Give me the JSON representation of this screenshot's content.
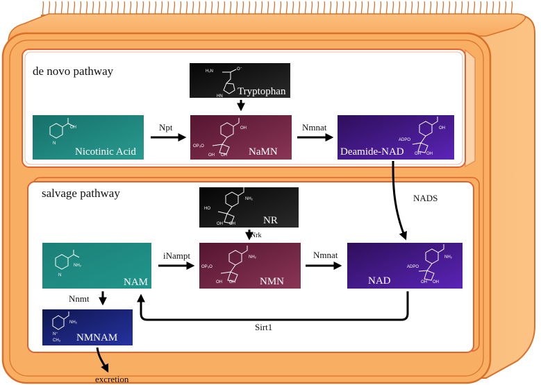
{
  "pathways": {
    "de_novo": {
      "title": "de novo pathway"
    },
    "salvage": {
      "title": "salvage pathway"
    }
  },
  "metabolites": {
    "tryptophan": "Tryptophan",
    "nicotinic_acid": "Nicotinic Acid",
    "namn": "NaMN",
    "deamide_nad": "Deamide-NAD",
    "nr": "NR",
    "nam": "NAM",
    "nmn": "NMN",
    "nad": "NAD",
    "nmnam": "NMNAM"
  },
  "enzymes": {
    "npt": "Npt",
    "nmnat_top": "Nmnat",
    "nads": "NADS",
    "nrk": "Nrk",
    "inampt": "iNampt",
    "nmnat_bottom": "Nmnat",
    "nnmt": "Nnmt",
    "sirt1": "Sirt1"
  },
  "outputs": {
    "excretion": "excretion"
  },
  "colors": {
    "cell_fill": "#f8ae63",
    "cell_stroke": "#d9702a",
    "teal": "#1f8a80",
    "maroon": "#6e1f3e",
    "violet": "#4a1a9a",
    "black": "#111111",
    "navy": "#1e2a86"
  },
  "icons": {
    "membrane": "cell-membrane-cilia",
    "structures": "chemical-structure-diagrams"
  }
}
